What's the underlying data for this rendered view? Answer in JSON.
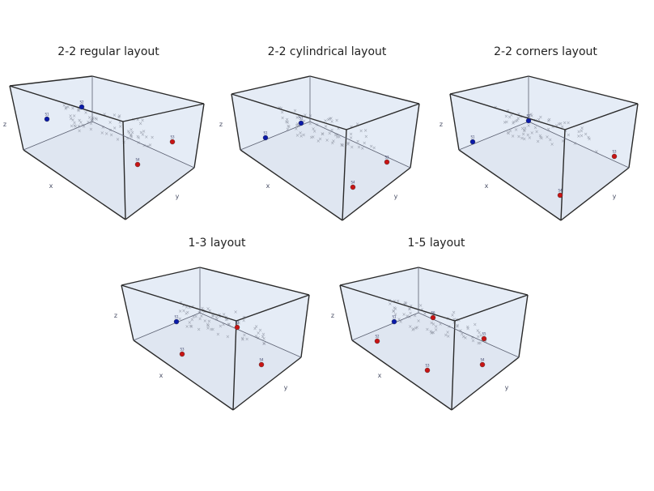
{
  "colors": {
    "pane": "#e5ecf6",
    "edge": "#2a2a2a",
    "blue": "#0a1aa8",
    "red": "#c81414",
    "grid": "#9aa0ad"
  },
  "chart_data": [
    {
      "type": "scatter",
      "title": "2-2 regular layout",
      "xlabel": "x",
      "ylabel": "y",
      "zlabel": "z",
      "points": [
        {
          "label": "S1",
          "group": "blue"
        },
        {
          "label": "S2",
          "group": "blue"
        },
        {
          "label": "S3",
          "group": "red"
        },
        {
          "label": "S4",
          "group": "red"
        }
      ]
    },
    {
      "type": "scatter",
      "title": "2-2 cylindrical layout",
      "xlabel": "x",
      "ylabel": "y",
      "zlabel": "z",
      "points": [
        {
          "label": "S1",
          "group": "blue"
        },
        {
          "label": "S2",
          "group": "blue"
        },
        {
          "label": "S3",
          "group": "red"
        },
        {
          "label": "S4",
          "group": "red"
        }
      ]
    },
    {
      "type": "scatter",
      "title": "2-2 corners layout",
      "xlabel": "x",
      "ylabel": "y",
      "zlabel": "z",
      "points": [
        {
          "label": "S1",
          "group": "blue"
        },
        {
          "label": "S2",
          "group": "blue"
        },
        {
          "label": "S3",
          "group": "red"
        },
        {
          "label": "S4",
          "group": "red"
        }
      ]
    },
    {
      "type": "scatter",
      "title": "1-3 layout",
      "xlabel": "x",
      "ylabel": "y",
      "zlabel": "z",
      "points": [
        {
          "label": "S1",
          "group": "blue"
        },
        {
          "label": "S2",
          "group": "red"
        },
        {
          "label": "S3",
          "group": "red"
        },
        {
          "label": "S4",
          "group": "red"
        }
      ]
    },
    {
      "type": "scatter",
      "title": "1-5 layout",
      "xlabel": "x",
      "ylabel": "y",
      "zlabel": "z",
      "points": [
        {
          "label": "S1",
          "group": "blue"
        },
        {
          "label": "S2",
          "group": "red"
        },
        {
          "label": "S3",
          "group": "red"
        },
        {
          "label": "S4",
          "group": "red"
        },
        {
          "label": "S5",
          "group": "red"
        },
        {
          "label": "S6",
          "group": "red"
        }
      ]
    }
  ]
}
